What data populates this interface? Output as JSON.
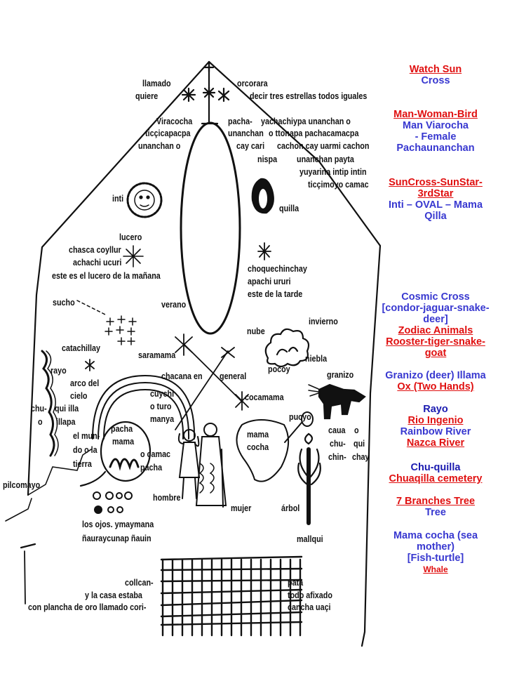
{
  "diagram": {
    "top": {
      "llamado": "llamado",
      "quiere": "quiere",
      "orcorara": "orcorara",
      "decir": "decir tres estrellas todos iguales"
    },
    "left_text": [
      "Viracocha",
      "ticçicapacpa",
      "unanchan o"
    ],
    "center_text": [
      "pacha-",
      "unanchan",
      "cay cari"
    ],
    "right_text": [
      "yachachiypa unanchan o",
      "o ttonapa pachacamacpa",
      "cachon cay uarmi cachon",
      "nispa",
      "unanchan payta",
      "yuyarina intip intin",
      "ticçimoyo camac"
    ],
    "inti": "inti",
    "quilla": "quilla",
    "lucero": [
      "lucero",
      "chasca coyllur",
      "achachi ucuri",
      "este es el lucero de la mañana"
    ],
    "choque": [
      "choquechinchay",
      "apachi ururi",
      "este de la tarde"
    ],
    "sucho": "sucho",
    "verano": "verano",
    "nube": "nube",
    "invierno": "invierno",
    "niebla": "niebla",
    "pocoy": "pocoy",
    "granizo": "granizo",
    "catachillay": "catachillay",
    "rayo": "rayo",
    "arco": [
      "arco del",
      "cielo"
    ],
    "chu": "chu-",
    "quiilla": "qui illa",
    "o": "o",
    "illapa": "illapa",
    "saramama": "saramama",
    "chacana": "chacana en",
    "general": "general",
    "cocamama": "cocamama",
    "cuychi": [
      "cuychi",
      "o turo",
      "manya"
    ],
    "pachamama": [
      "pacha",
      "mama"
    ],
    "mundo": [
      "el mun-",
      "do o la",
      "tierra"
    ],
    "camac": [
      "o camac",
      "pacha"
    ],
    "mamacocha": [
      "mama",
      "cocha"
    ],
    "pucyo": "pucyo",
    "caua": [
      "caua",
      "chu-",
      "chin-"
    ],
    "oquichay": [
      "o",
      "qui",
      "chay"
    ],
    "pilcomayo": "pilcomayo",
    "hombre": "hombre",
    "mujer": "mujer",
    "arbol": "árbol",
    "mallqui": "mallqui",
    "ojos": [
      "los ojos. ymaymana",
      "ñauraycunap ñauin"
    ],
    "collcan": [
      "collcan-",
      "y la casa estaba",
      "con plancha de oro llamado cori-"
    ],
    "pata": [
      "pata",
      "todo afixado",
      "cancha uaçi"
    ]
  },
  "legend": [
    {
      "items": [
        {
          "text": "Watch Sun",
          "style": "red"
        },
        {
          "text": "Cross",
          "style": "blue"
        }
      ]
    },
    {
      "items": [
        {
          "text": "Man-Woman-Bird",
          "style": "red"
        },
        {
          "text": "Man Viarocha",
          "style": "blue"
        },
        {
          "text": "- Female",
          "style": "blue"
        },
        {
          "text": "Pachaunanchan",
          "style": "blue"
        }
      ]
    },
    {
      "items": [
        {
          "text": "SunCross-SunStar-",
          "style": "red"
        },
        {
          "text": "3rdStar",
          "style": "red"
        },
        {
          "text": "Inti – OVAL – Mama",
          "style": "blue"
        },
        {
          "text": "Qilla",
          "style": "blue"
        }
      ]
    },
    {
      "items": [
        {
          "text": "Cosmic Cross",
          "style": "blue"
        },
        {
          "text": "[condor-jaguar-snake-",
          "style": "blue"
        },
        {
          "text": "deer]",
          "style": "blue"
        },
        {
          "text": "Zodiac Animals",
          "style": "red"
        },
        {
          "text": "Rooster-tiger-snake-",
          "style": "red"
        },
        {
          "text": "goat",
          "style": "red"
        }
      ]
    },
    {
      "items": [
        {
          "text": "Granizo (deer) Illama",
          "style": "blue"
        },
        {
          "text": "Ox (Two Hands)",
          "style": "red"
        }
      ]
    },
    {
      "items": [
        {
          "text": "Rayo",
          "style": "navy"
        },
        {
          "text": "Rio Ingenio",
          "style": "red"
        },
        {
          "text": "Rainbow River",
          "style": "blue"
        },
        {
          "text": "Nazca River",
          "style": "red"
        }
      ]
    },
    {
      "items": [
        {
          "text": "Chu-quilla",
          "style": "navy"
        },
        {
          "text": "Chuaqilla cemetery",
          "style": "red"
        }
      ]
    },
    {
      "items": [
        {
          "text": "7 Branches Tree",
          "style": "red"
        },
        {
          "text": "Tree",
          "style": "blue"
        }
      ]
    },
    {
      "items": [
        {
          "text": "Mama cocha (sea",
          "style": "blue"
        },
        {
          "text": "mother)",
          "style": "blue"
        },
        {
          "text": "[Fish-turtle]",
          "style": "blue"
        },
        {
          "text": "Whale",
          "style": "red small"
        }
      ]
    }
  ],
  "colors": {
    "red": "#e01010",
    "blue": "#3838d0",
    "navy": "#1a1ab0",
    "ink": "#111111"
  }
}
